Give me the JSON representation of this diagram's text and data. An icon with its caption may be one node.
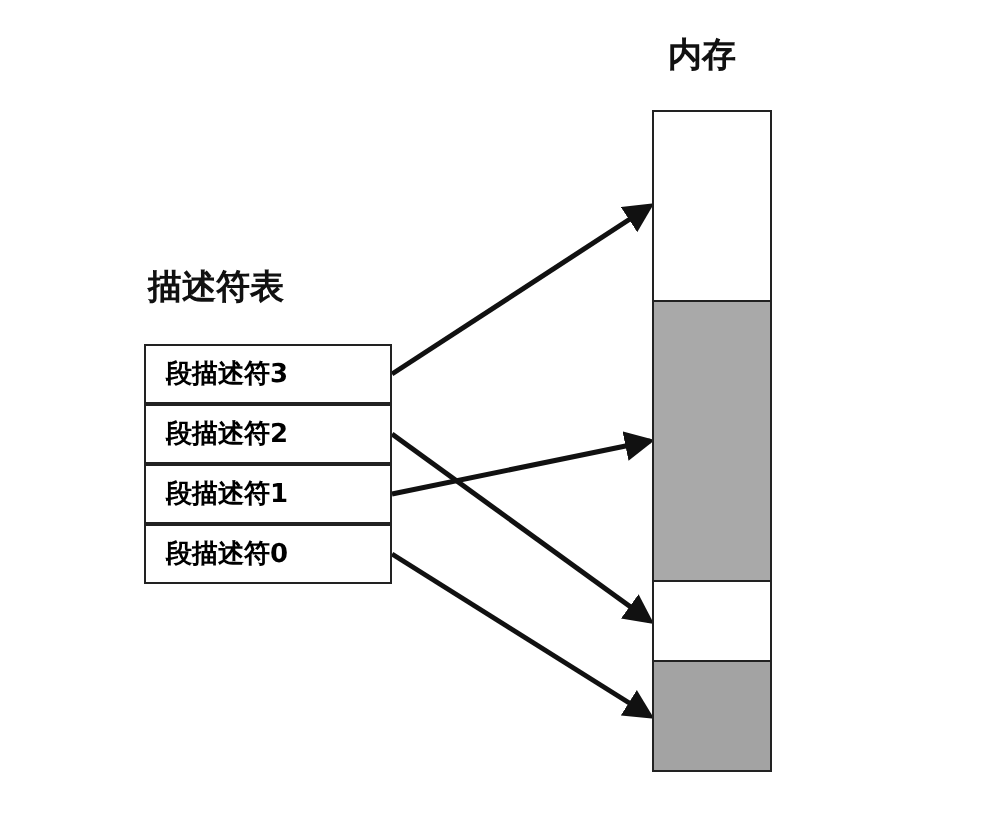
{
  "diagram": {
    "nodes": [
      {
        "text": [
          "描述符表"
        ]
      },
      {
        "text": [
          "段描述符3"
        ],
        "in": 0
      },
      {
        "text": [
          "段描述符2"
        ],
        "in": 0
      },
      {
        "text": [
          "段描述符1"
        ],
        "in": 0
      },
      {
        "text": [
          "段描述符0"
        ],
        "in": 0
      },
      {
        "text": [
          "内存"
        ]
      },
      {
        "text": [],
        "shape": "box",
        "in": 5
      },
      {
        "text": [],
        "shape": "box",
        "in": 5
      },
      {
        "text": [],
        "shape": "box",
        "in": 5
      },
      {
        "text": [],
        "shape": "box",
        "in": 5
      }
    ],
    "edges": [
      {
        "from": 1,
        "to": 6,
        "arrow": "to"
      },
      {
        "from": 2,
        "to": 8,
        "arrow": "to"
      },
      {
        "from": 3,
        "to": 7,
        "arrow": "to"
      },
      {
        "from": 4,
        "to": 9,
        "arrow": "to"
      }
    ]
  }
}
